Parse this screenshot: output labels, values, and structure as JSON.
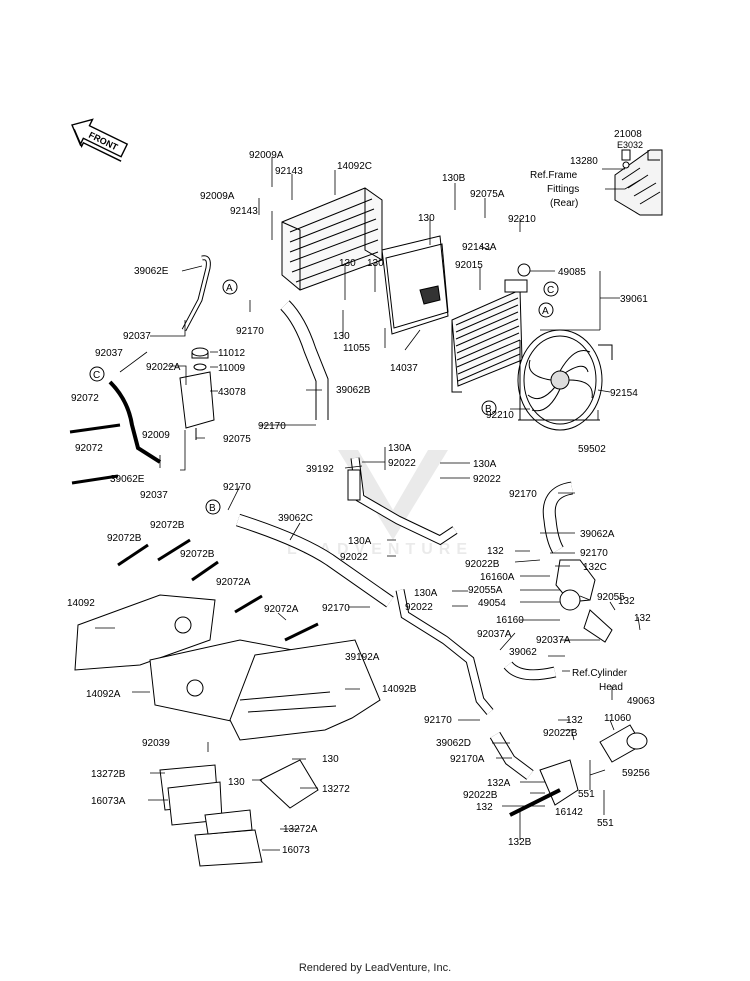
{
  "drawing_code": "E3032",
  "front_label": "FRONT",
  "watermark": "LEADVENTURE",
  "footer": "Rendered by LeadVenture, Inc.",
  "callouts": {
    "A": "A",
    "B": "B",
    "C": "C"
  },
  "parts": {
    "p21008": "21008",
    "p13280": "13280",
    "ref_frame_1": "Ref.Frame",
    "ref_frame_2": "Fittings",
    "ref_frame_3": "(Rear)",
    "p92009A_1": "92009A",
    "p92143_1": "92143",
    "p14092C": "14092C",
    "p92009A_2": "92009A",
    "p92143_2": "92143",
    "p130B": "130B",
    "p92075A": "92075A",
    "p130_1": "130",
    "p92210_1": "92210",
    "p92143A": "92143A",
    "p92015": "92015",
    "p49085": "49085",
    "p39061": "39061",
    "p39062E": "39062E",
    "p130_2": "130",
    "p130_3": "130",
    "p130_4": "130",
    "p92170_1": "92170",
    "p11055": "11055",
    "p14037": "14037",
    "p92037_1": "92037",
    "p11012": "11012",
    "p92037_2": "92037",
    "p11009": "11009",
    "p92022A": "92022A",
    "p43078": "43078",
    "p39062B": "39062B",
    "p92072_1": "92072",
    "p92009": "92009",
    "p92170_2": "92170",
    "p92075": "92075",
    "p92072_2": "92072",
    "p39192": "39192",
    "p130A_1": "130A",
    "p92022_1": "92022",
    "p39062E_2": "39062E",
    "p92037_3": "92037",
    "p130A_2": "130A",
    "p92022_2": "92022",
    "p92154": "92154",
    "p92210_2": "92210",
    "p59502": "59502",
    "p92170_3": "92170",
    "p39062C": "39062C",
    "p92170_4": "92170",
    "p39062A": "39062A",
    "p92072B_1": "92072B",
    "p92072B_2": "92072B",
    "p92072B_3": "92072B",
    "p130A_3": "130A",
    "p92022_3": "92022",
    "p132_1": "132",
    "p92170_5": "92170",
    "p92022B_1": "92022B",
    "p132C": "132C",
    "p16160A": "16160A",
    "p92055A": "92055A",
    "p49054": "49054",
    "p92055": "92055",
    "p132_2": "132",
    "p132_3": "132",
    "p92072A_1": "92072A",
    "p130A_4": "130A",
    "p92022_4": "92022",
    "p14092": "14092",
    "p92072A_2": "92072A",
    "p92170_6": "92170",
    "p16160": "16160",
    "p92037A_1": "92037A",
    "p92037A_2": "92037A",
    "p39062": "39062",
    "p39192A": "39192A",
    "ref_cyl_1": "Ref.Cylinder",
    "ref_cyl_2": "Head",
    "p14092A": "14092A",
    "p14092B": "14092B",
    "p49063": "49063",
    "p92170_7": "92170",
    "p132_4": "132",
    "p11060": "11060",
    "p92039": "92039",
    "p39062D": "39062D",
    "p92022B_2": "92022B",
    "p130_5": "130",
    "p92170A": "92170A",
    "p59256": "59256",
    "p13272B": "13272B",
    "p130_6": "130",
    "p13272": "13272",
    "p132A": "132A",
    "p551_1": "551",
    "p16073A": "16073A",
    "p92022B_3": "92022B",
    "p16142": "16142",
    "p132_5": "132",
    "p13272A": "13272A",
    "p551_2": "551",
    "p16073": "16073",
    "p132B": "132B"
  }
}
